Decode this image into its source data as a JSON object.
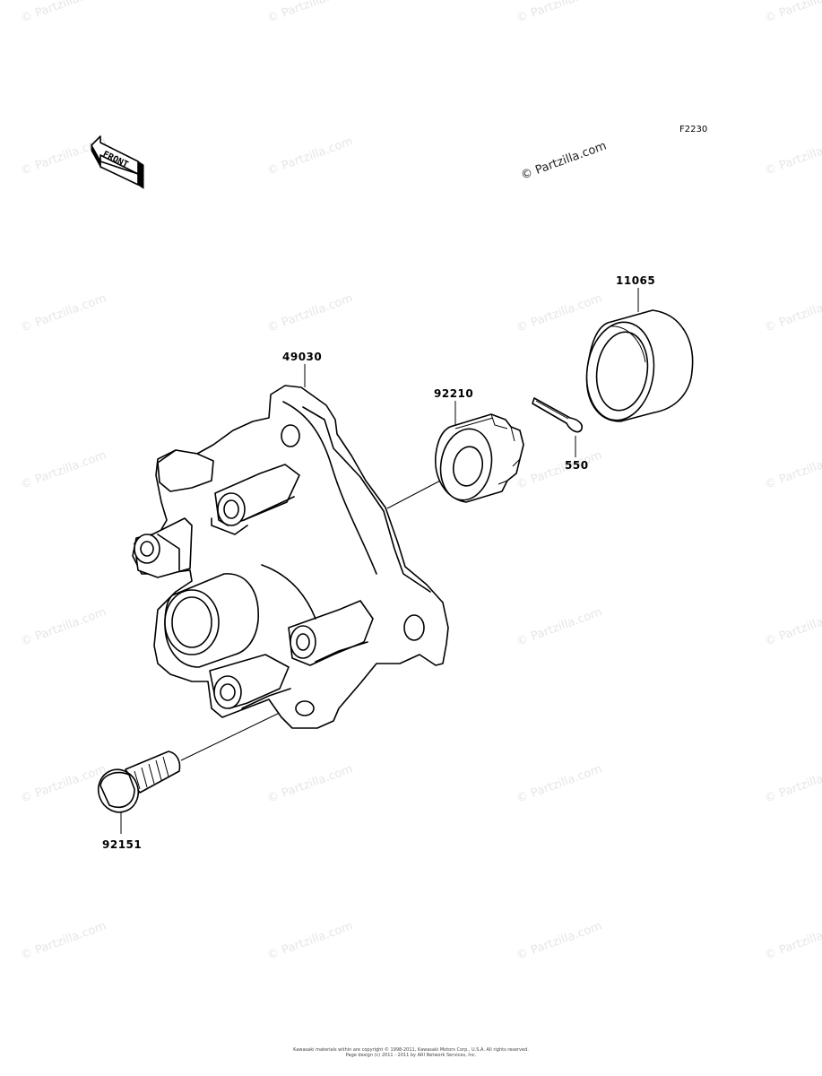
{
  "figure_code": "F2230",
  "front_indicator": "FRONT",
  "watermark": {
    "text": "© Partzilla.com",
    "highlighted_text": "© Partzilla.com"
  },
  "parts": [
    {
      "id": "p-11065",
      "number": "11065"
    },
    {
      "id": "p-49030",
      "number": "49030"
    },
    {
      "id": "p-92210",
      "number": "92210"
    },
    {
      "id": "p-550",
      "number": "550"
    },
    {
      "id": "p-92151",
      "number": "92151"
    }
  ],
  "copyright_lines": [
    "Kawasaki materials within are copyright © 1998-2011, Kawasaki Motors Corp., U.S.A. All rights reserved.",
    "Page design (c) 2011 - 2011 by ARI Network Services, Inc."
  ]
}
